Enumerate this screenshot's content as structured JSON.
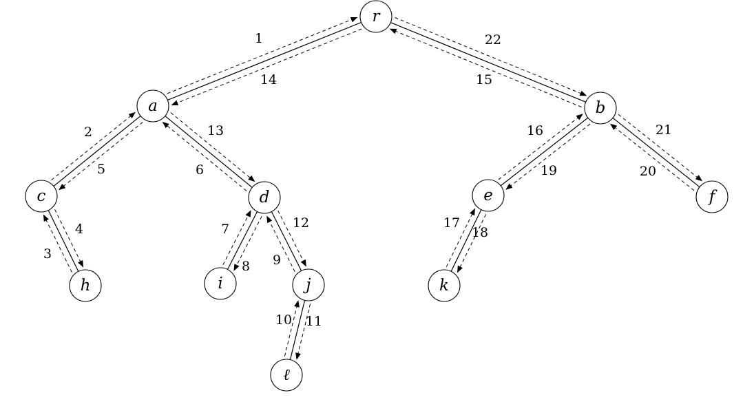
{
  "nodes": [
    {
      "id": "r",
      "label": "r"
    },
    {
      "id": "a",
      "label": "a"
    },
    {
      "id": "b",
      "label": "b"
    },
    {
      "id": "c",
      "label": "c"
    },
    {
      "id": "d",
      "label": "d"
    },
    {
      "id": "h",
      "label": "h"
    },
    {
      "id": "i",
      "label": "i"
    },
    {
      "id": "j",
      "label": "j"
    },
    {
      "id": "l",
      "label": "ℓ"
    },
    {
      "id": "e",
      "label": "e"
    },
    {
      "id": "f",
      "label": "f"
    },
    {
      "id": "k",
      "label": "k"
    }
  ],
  "edges": [
    {
      "parent": "r",
      "child": "a",
      "down_step": "1",
      "up_step": "14"
    },
    {
      "parent": "a",
      "child": "c",
      "down_step": "2",
      "up_step": "5"
    },
    {
      "parent": "c",
      "child": "h",
      "down_step": "3",
      "up_step": "4"
    },
    {
      "parent": "a",
      "child": "d",
      "down_step": "6",
      "up_step": "13"
    },
    {
      "parent": "d",
      "child": "i",
      "down_step": "7",
      "up_step": "8"
    },
    {
      "parent": "d",
      "child": "j",
      "down_step": "9",
      "up_step": "12"
    },
    {
      "parent": "j",
      "child": "l",
      "down_step": "10",
      "up_step": "11"
    },
    {
      "parent": "r",
      "child": "b",
      "down_step": "15",
      "up_step": "22"
    },
    {
      "parent": "b",
      "child": "e",
      "down_step": "16",
      "up_step": "19"
    },
    {
      "parent": "e",
      "child": "k",
      "down_step": "17",
      "up_step": "18"
    },
    {
      "parent": "b",
      "child": "f",
      "down_step": "20",
      "up_step": "21"
    }
  ]
}
